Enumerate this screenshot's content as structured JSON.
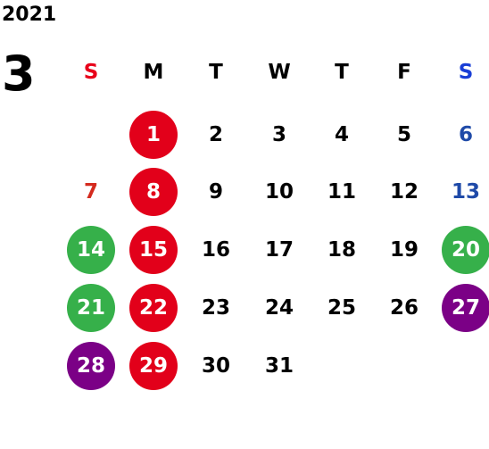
{
  "year": "2021",
  "month": "3",
  "weekdays": [
    "S",
    "M",
    "T",
    "W",
    "T",
    "F",
    "S"
  ],
  "colors": {
    "sunday_header": "#e8001a",
    "saturday_header": "#1a3fd6",
    "sunday_text": "#d42a1e",
    "saturday_text": "#1f4aa8",
    "red_circle": "#e2001a",
    "green_circle": "#36b04a",
    "purple_circle": "#7b0086"
  },
  "weeks": [
    [
      null,
      {
        "d": "1",
        "mark": "red"
      },
      {
        "d": "2"
      },
      {
        "d": "3"
      },
      {
        "d": "4"
      },
      {
        "d": "5"
      },
      {
        "d": "6"
      }
    ],
    [
      {
        "d": "7"
      },
      {
        "d": "8",
        "mark": "red"
      },
      {
        "d": "9"
      },
      {
        "d": "10"
      },
      {
        "d": "11"
      },
      {
        "d": "12"
      },
      {
        "d": "13"
      }
    ],
    [
      {
        "d": "14",
        "mark": "green"
      },
      {
        "d": "15",
        "mark": "red"
      },
      {
        "d": "16"
      },
      {
        "d": "17"
      },
      {
        "d": "18"
      },
      {
        "d": "19"
      },
      {
        "d": "20",
        "mark": "green"
      }
    ],
    [
      {
        "d": "21",
        "mark": "green"
      },
      {
        "d": "22",
        "mark": "red"
      },
      {
        "d": "23"
      },
      {
        "d": "24"
      },
      {
        "d": "25"
      },
      {
        "d": "26"
      },
      {
        "d": "27",
        "mark": "purple"
      }
    ],
    [
      {
        "d": "28",
        "mark": "purple"
      },
      {
        "d": "29",
        "mark": "red"
      },
      {
        "d": "30"
      },
      {
        "d": "31"
      },
      null,
      null,
      null
    ]
  ]
}
